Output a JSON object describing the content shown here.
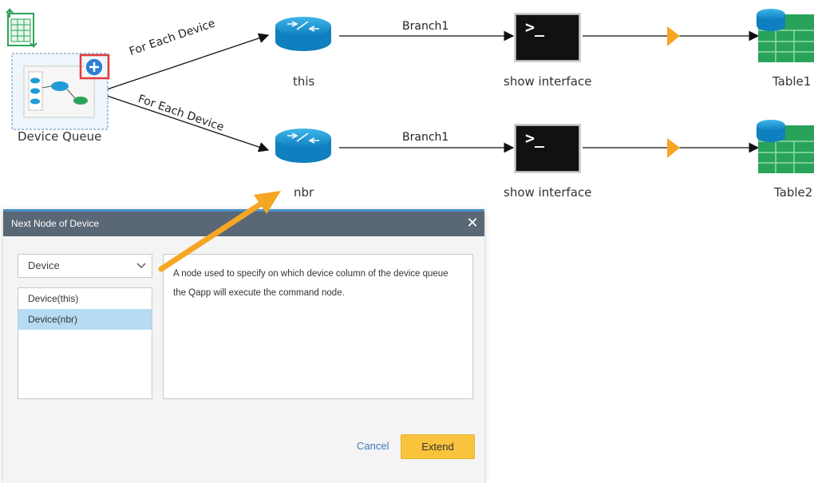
{
  "flow": {
    "device_queue_label": "Device Queue",
    "edge_top_label": "For Each Device",
    "edge_bottom_label": "For Each Device",
    "row1": {
      "device_label": "this",
      "branch_label": "Branch1",
      "command_label": "show interface",
      "table_label": "Table1"
    },
    "row2": {
      "device_label": "nbr",
      "branch_label": "Branch1",
      "command_label": "show interface",
      "table_label": "Table2"
    },
    "terminal_glyph": ">_"
  },
  "dialog": {
    "title": "Next Node of Device",
    "close_glyph": "✕",
    "select_value": "Device",
    "list_items": [
      "Device(this)",
      "Device(nbr)"
    ],
    "selected_index": 1,
    "description": "A node used to specify on which device column of the device queue the Qapp will execute the command node.",
    "cancel_label": "Cancel",
    "extend_label": "Extend"
  },
  "colors": {
    "accent_arrow": "#f5a623",
    "router_blue": "#1f9bd7",
    "table_green": "#2aa35a",
    "dialog_header": "#5a6775",
    "selected_row": "#b6dcf4",
    "extend_button": "#f9c33d"
  },
  "icons": [
    "excel-export-icon",
    "add-circle-icon",
    "router-icon",
    "terminal-icon",
    "table-icon",
    "close-icon",
    "chevron-down-icon"
  ]
}
